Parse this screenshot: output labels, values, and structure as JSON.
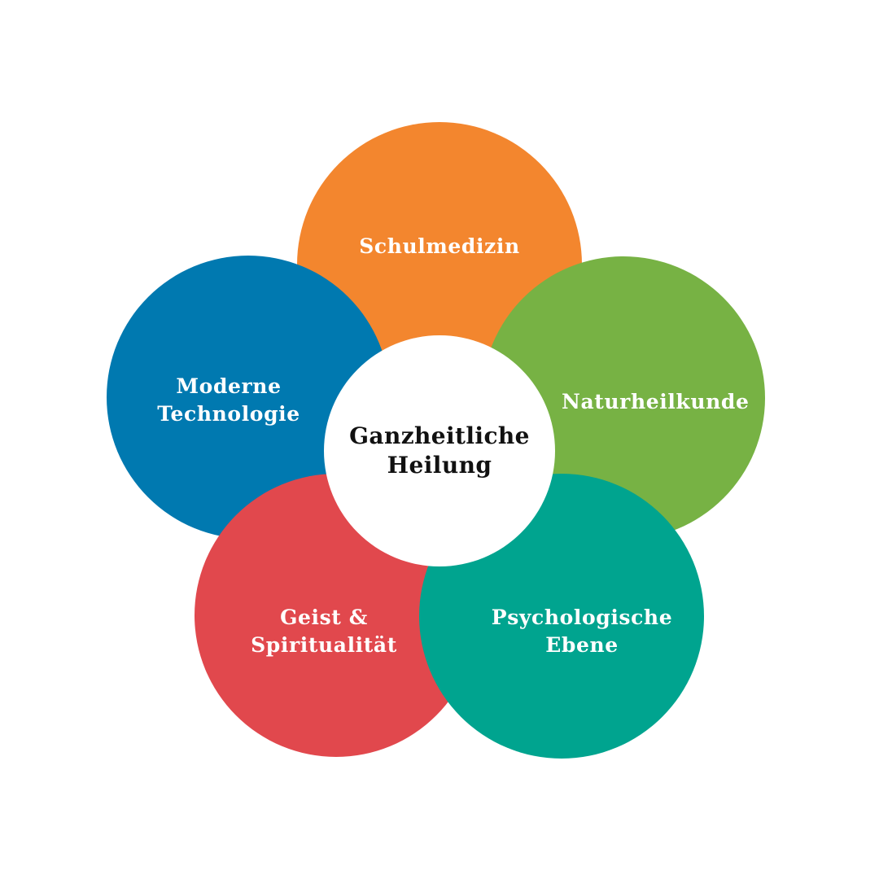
{
  "center": {
    "line1": "Ganzheitliche",
    "line2": "Heilung"
  },
  "petals": {
    "schulmedizin": {
      "line1": "Schulmedizin",
      "color": "#F3862E"
    },
    "moderne_technologie": {
      "line1": "Moderne",
      "line2": "Technologie",
      "color": "#0079B0"
    },
    "naturheilkunde": {
      "line1": "Naturheilkunde",
      "color": "#77B244"
    },
    "geist_spiritualitaet": {
      "line1": "Geist &",
      "line2": "Spiritualität",
      "color": "#E1484D"
    },
    "psychologische_ebene": {
      "line1": "Psychologische",
      "line2": "Ebene",
      "color": "#00A48F"
    }
  }
}
